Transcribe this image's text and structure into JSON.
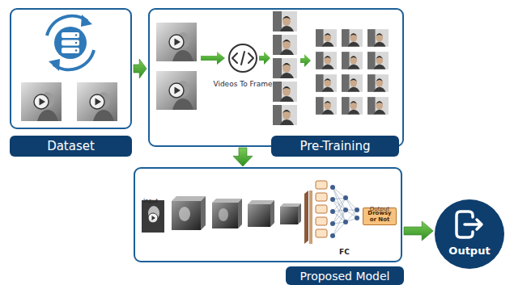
{
  "diagram": {
    "nodes": [
      {
        "text": [
          "Dataset"
        ]
      },
      {
        "text": [
          "Videos To Frame",
          "Pre-Training"
        ]
      },
      {
        "text": [
          "Proposed Model"
        ]
      },
      {
        "text": [
          "Output",
          "Drowsy or Not"
        ],
        "in": 2
      },
      {
        "text": [
          "Output"
        ]
      }
    ],
    "edges": [
      {
        "from": 0,
        "to": 1,
        "arrow": "to"
      },
      {
        "from": 1,
        "to": 2,
        "arrow": "to"
      },
      {
        "from": 2,
        "to": 4,
        "arrow": "to"
      }
    ],
    "labels": [
      "Input",
      "FC"
    ]
  }
}
